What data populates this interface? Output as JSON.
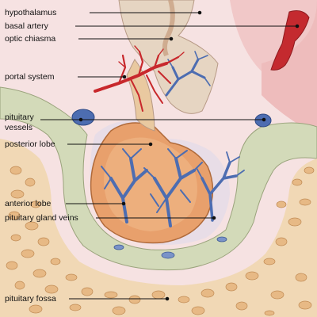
{
  "labels": {
    "hypothalamus": "hypothalamus",
    "basal_artery": "basal artery",
    "optic_chiasma": "optic chiasma",
    "portal_system": "portal system",
    "pituitary_vessels_line1": "pituitary",
    "pituitary_vessels_line2": "vessels",
    "posterior_lobe": "posterior lobe",
    "anterior_lobe": "anterior lobe",
    "pituitary_gland_veins": "pituitary gland veins",
    "pituitary_fossa": "pituitary fossa"
  },
  "colors": {
    "tissue_pink": "#f3c9c9",
    "brain_beige": "#e9dcc8",
    "gland_orange": "#e8a06c",
    "gland_light": "#f2c39a",
    "vein_blue": "#5b78b8",
    "artery_red": "#cc2a2f",
    "bone_tan": "#e7c08c",
    "membrane_green": "#cfd8b8",
    "leader_line": "#111111"
  }
}
